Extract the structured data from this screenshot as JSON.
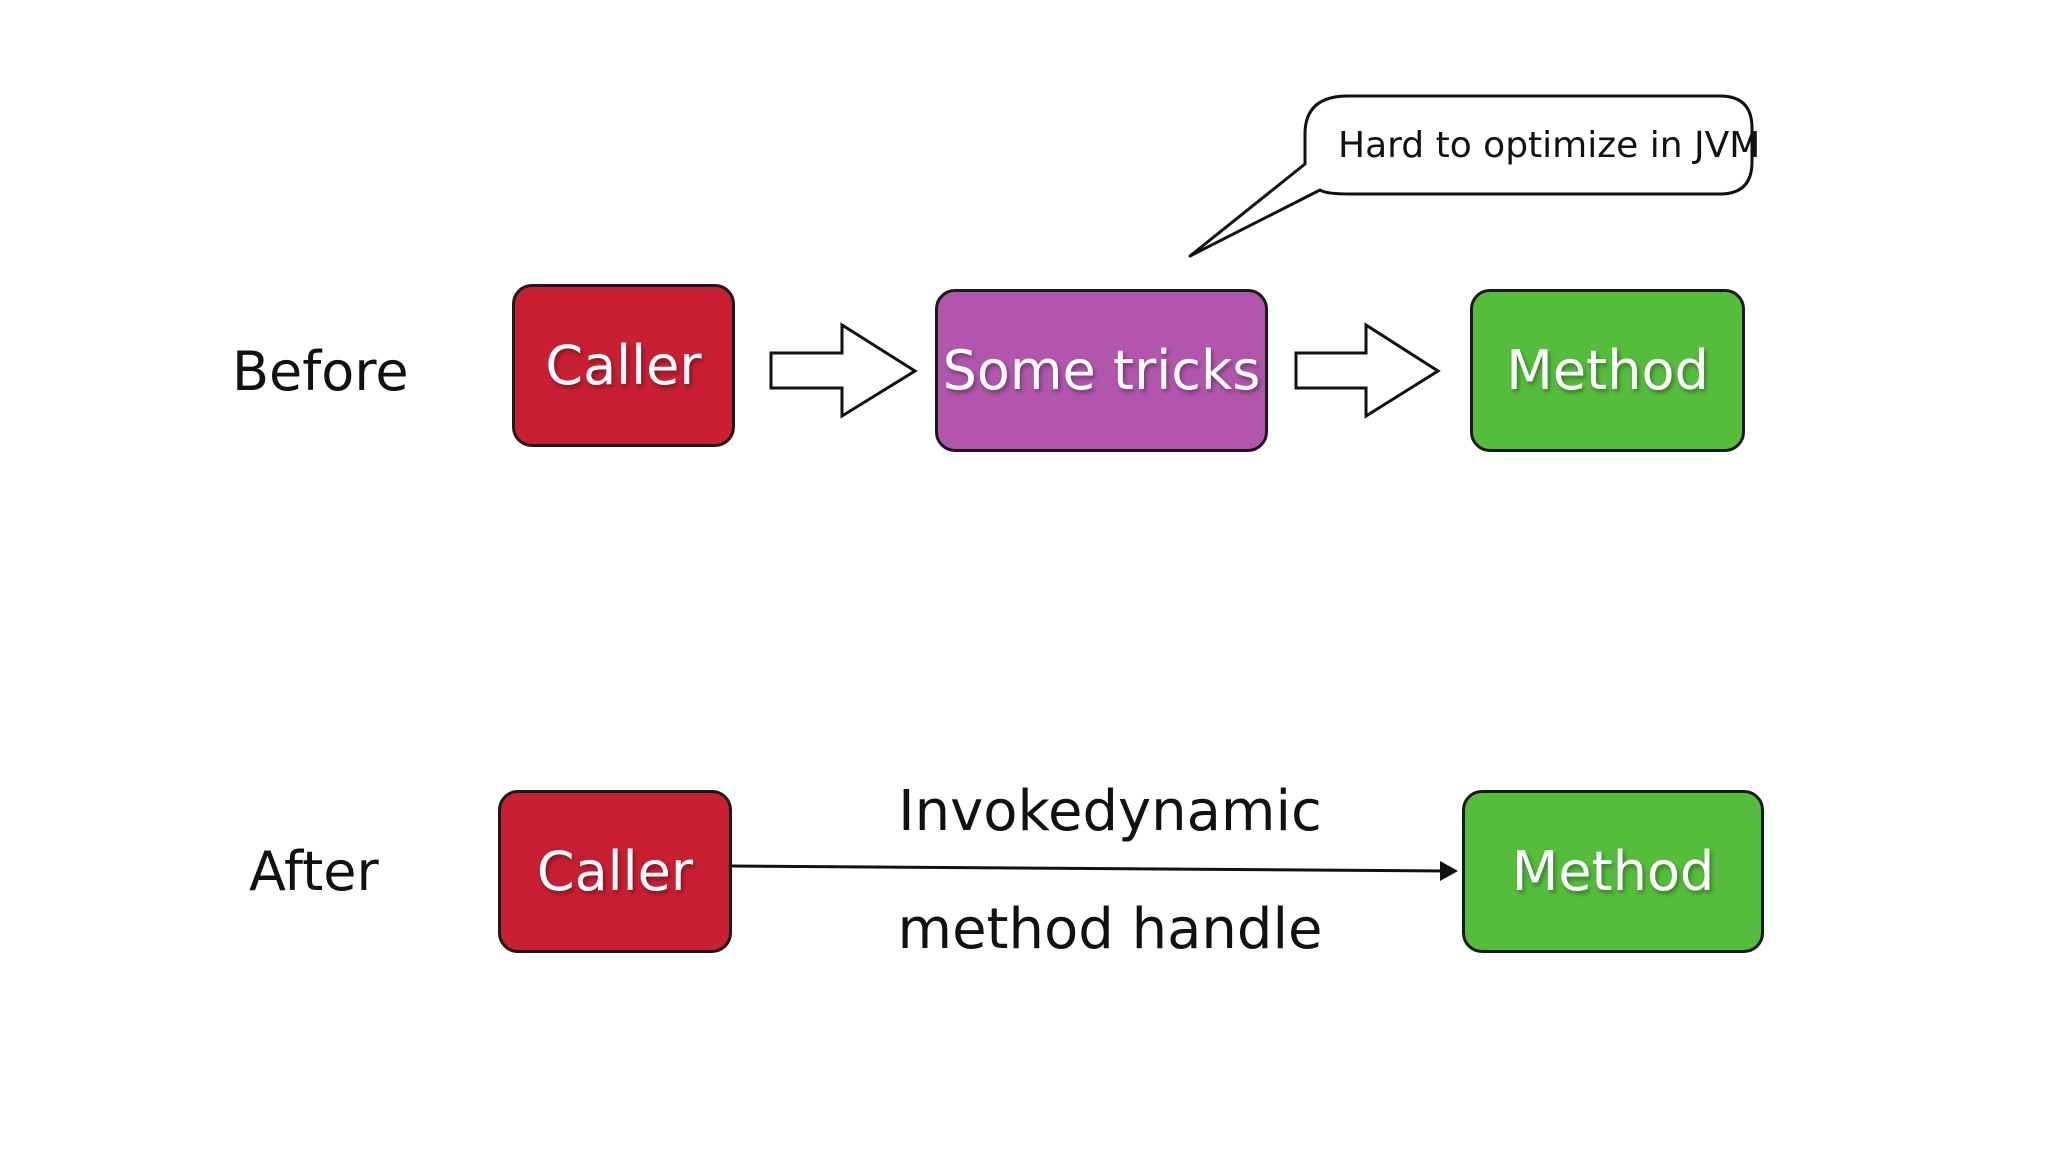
{
  "before": {
    "label": "Before",
    "caller": "Caller",
    "middle": "Some tricks",
    "method": "Method",
    "callout": "Hard to optimize in JVM"
  },
  "after": {
    "label": "After",
    "caller": "Caller",
    "method": "Method",
    "edge_top": "Invokedynamic",
    "edge_bottom": "method handle"
  },
  "colors": {
    "caller": "#c91f33",
    "tricks": "#b256ad",
    "method": "#55bd3c"
  }
}
